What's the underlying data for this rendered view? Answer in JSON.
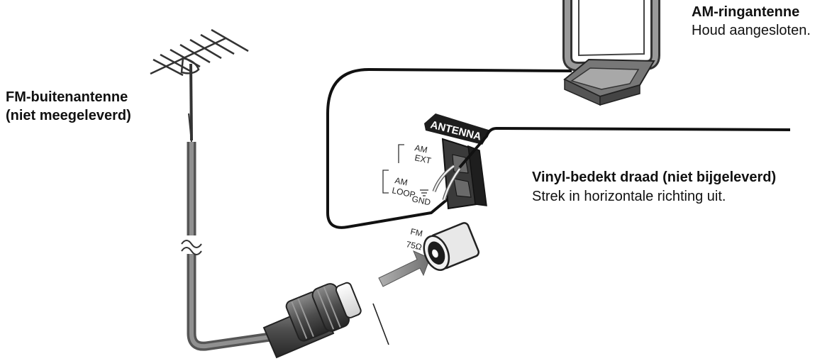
{
  "labels": {
    "fm_outdoor": {
      "title": "FM-buitenantenne",
      "note": "(niet meegeleverd)"
    },
    "am_loop": {
      "title": "AM-ringantenne",
      "note": "Houd aangesloten."
    },
    "vinyl_wire": {
      "title": "Vinyl-bedekt draad (niet bijgeleverd)",
      "note": "Strek in horizontale richting uit."
    }
  },
  "panel": {
    "antenna": "ANTENNA",
    "am_ext": [
      "AM",
      "EXT"
    ],
    "am_loop": [
      "AM",
      "LOOP"
    ],
    "gnd": "GND",
    "fm": "FM",
    "ohm": "75Ω"
  }
}
